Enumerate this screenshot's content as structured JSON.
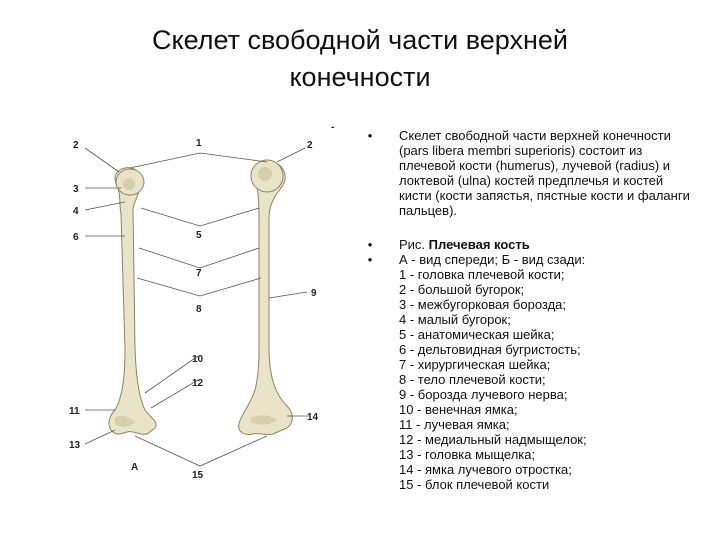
{
  "title": {
    "line1": "Скелет свободной части верхней",
    "line2": "конечности"
  },
  "figure": {
    "panel_a_label": "А",
    "panel_b_mark": "-",
    "callouts": [
      "1",
      "2",
      "2",
      "3",
      "4",
      "5",
      "6",
      "7",
      "8",
      "9",
      "10",
      "11",
      "12",
      "13",
      "14",
      "15"
    ]
  },
  "text": {
    "bullet": "•",
    "paragraph": "Скелет свободной части верхней конечности (pars libera membri superioris) состоит из плечевой кости (humerus), лучевой (radius) и локтевой (ulna) костей предплечья и костей кисти (кости запястья, пястные кости и фаланги пальцев).",
    "caption_prefix": "Рис.",
    "caption_title": "Плечевая кость",
    "views": "А - вид спереди; Б - вид сзади:",
    "legend": [
      "1 - головка плечевой кости;",
      "2 - большой бугорок;",
      "3 - межбугорковая борозда;",
      "4 - малый бугорок;",
      "5 - анатомическая шейка;",
      "6 - дельтовидная бугристость;",
      "7 - хирургическая шейка;",
      "8 - тело плечевой кости;",
      "9 - борозда лучевого нерва;",
      "10 - венечная ямка;",
      "11 - лучевая ямка;",
      "12 - медиальный надмыщелок;",
      "13 - головка мыщелка;",
      "14 - ямка лучевого отростка;",
      "15 - блок плечевой кости"
    ]
  },
  "colors": {
    "bone": "#e9e3c8",
    "outline": "#8a846a",
    "text": "#111111"
  }
}
